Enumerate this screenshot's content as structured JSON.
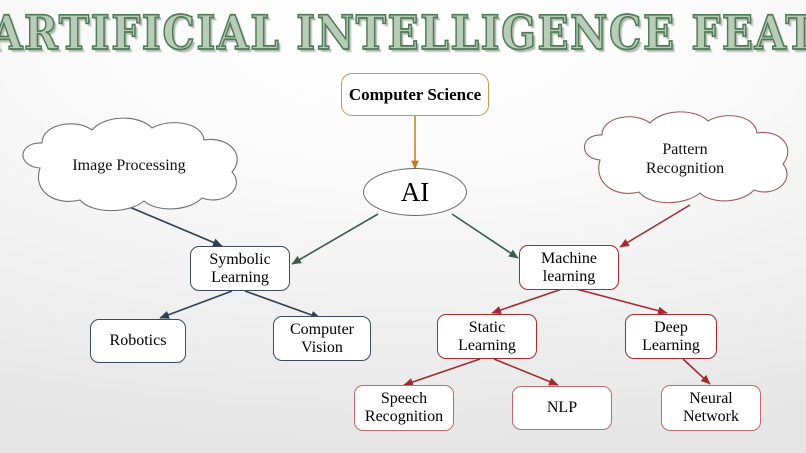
{
  "title": "Artificial Intelligence Feature",
  "diagram": {
    "type": "tree-diagram",
    "root": "Computer Science",
    "nodes": {
      "computer_science": {
        "label": "Computer Science",
        "shape": "rounded-rect",
        "border_color": "#c79a4e"
      },
      "ai": {
        "label": "AI",
        "shape": "ellipse",
        "border_color": "#6a6a6a"
      },
      "image_processing": {
        "label": "Image Processing",
        "shape": "cloud",
        "border_color": "#6b6f76"
      },
      "pattern_recognition": {
        "label_line1": "Pattern",
        "label_line2": "Recognition",
        "shape": "cloud",
        "border_color": "#9a5a5e"
      },
      "symbolic_learning": {
        "label_line1": "Symbolic",
        "label_line2": "Learning",
        "shape": "rounded-rect",
        "border_color": "#3b4a5e"
      },
      "machine_learning": {
        "label_line1": "Machine",
        "label_line2": "learning",
        "shape": "rounded-rect",
        "border_color": "#a02c30"
      },
      "robotics": {
        "label": "Robotics",
        "shape": "rounded-rect",
        "border_color": "#3b4a5e"
      },
      "computer_vision": {
        "label_line1": "Computer",
        "label_line2": "Vision",
        "shape": "rounded-rect",
        "border_color": "#3b4a5e"
      },
      "static_learning": {
        "label_line1": "Static",
        "label_line2": "Learning",
        "shape": "rounded-rect",
        "border_color": "#a02c30"
      },
      "deep_learning": {
        "label_line1": "Deep",
        "label_line2": "Learning",
        "shape": "rounded-rect",
        "border_color": "#a02c30"
      },
      "speech_recognition": {
        "label_line1": "Speech",
        "label_line2": "Recognition",
        "shape": "rounded-rect",
        "border_color": "#c06a6d"
      },
      "nlp": {
        "label": "NLP",
        "shape": "rounded-rect",
        "border_color": "#c06a6d"
      },
      "neural_network": {
        "label_line1": "Neural",
        "label_line2": "Network",
        "shape": "rounded-rect",
        "border_color": "#c06a6d"
      }
    },
    "edges": [
      {
        "from": "computer_science",
        "to": "ai",
        "color": "#c07c28"
      },
      {
        "from": "ai",
        "to": "symbolic_learning",
        "color": "#3d5c4a"
      },
      {
        "from": "ai",
        "to": "machine_learning",
        "color": "#3d5c4a"
      },
      {
        "from": "image_processing",
        "to": "symbolic_learning",
        "color": "#2f3f55"
      },
      {
        "from": "pattern_recognition",
        "to": "machine_learning",
        "color": "#a02c30"
      },
      {
        "from": "symbolic_learning",
        "to": "robotics",
        "color": "#2f3f55"
      },
      {
        "from": "symbolic_learning",
        "to": "computer_vision",
        "color": "#2f3f55"
      },
      {
        "from": "machine_learning",
        "to": "static_learning",
        "color": "#a02c30"
      },
      {
        "from": "machine_learning",
        "to": "deep_learning",
        "color": "#a02c30"
      },
      {
        "from": "static_learning",
        "to": "speech_recognition",
        "color": "#a02c30"
      },
      {
        "from": "static_learning",
        "to": "nlp",
        "color": "#a02c30"
      },
      {
        "from": "deep_learning",
        "to": "neural_network",
        "color": "#a02c30"
      }
    ]
  },
  "colors": {
    "title_fill": "#b9ccb7",
    "title_outline": "#4e7a57",
    "background_top": "#ffffff",
    "background_bottom": "#e6e6e6"
  }
}
